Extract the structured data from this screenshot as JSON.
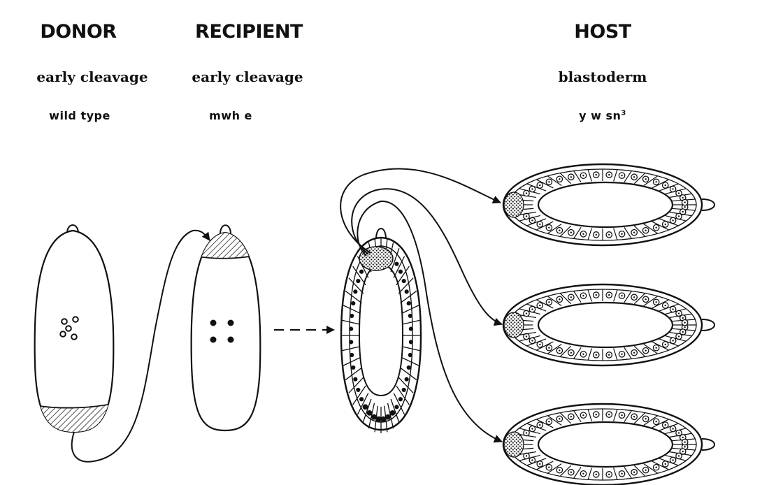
{
  "columns": {
    "donor": {
      "heading": "DONOR",
      "stage": "early cleavage",
      "genotype": "wild type"
    },
    "recipient": {
      "heading": "RECIPIENT",
      "stage": "early cleavage",
      "genotype": "mwh  e"
    },
    "host": {
      "heading": "HOST",
      "stage": "blastoderm",
      "genotype_base": "y  w  sn",
      "genotype_sup": "3"
    }
  }
}
